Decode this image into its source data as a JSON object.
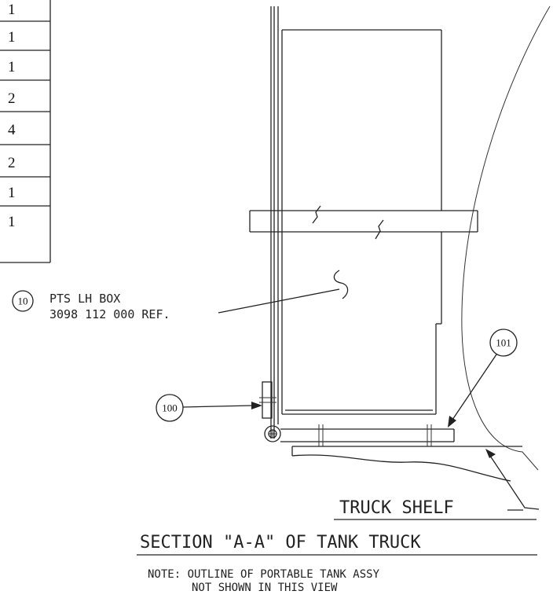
{
  "parts_table": {
    "quantities": [
      "1",
      "1",
      "1",
      "2",
      "4",
      "2",
      "1",
      "1"
    ]
  },
  "balloons": {
    "box": "10",
    "hinge": "100",
    "shelf_plate": "101"
  },
  "callout": {
    "line1": "PTS LH BOX",
    "line2": "3098 112 000 REF."
  },
  "labels": {
    "truck_shelf": "TRUCK SHELF",
    "section_title": "SECTION \"A-A\" OF TANK TRUCK",
    "note_line1": "NOTE: OUTLINE OF PORTABLE TANK ASSY",
    "note_line2": "NOT SHOWN IN THIS VIEW"
  }
}
